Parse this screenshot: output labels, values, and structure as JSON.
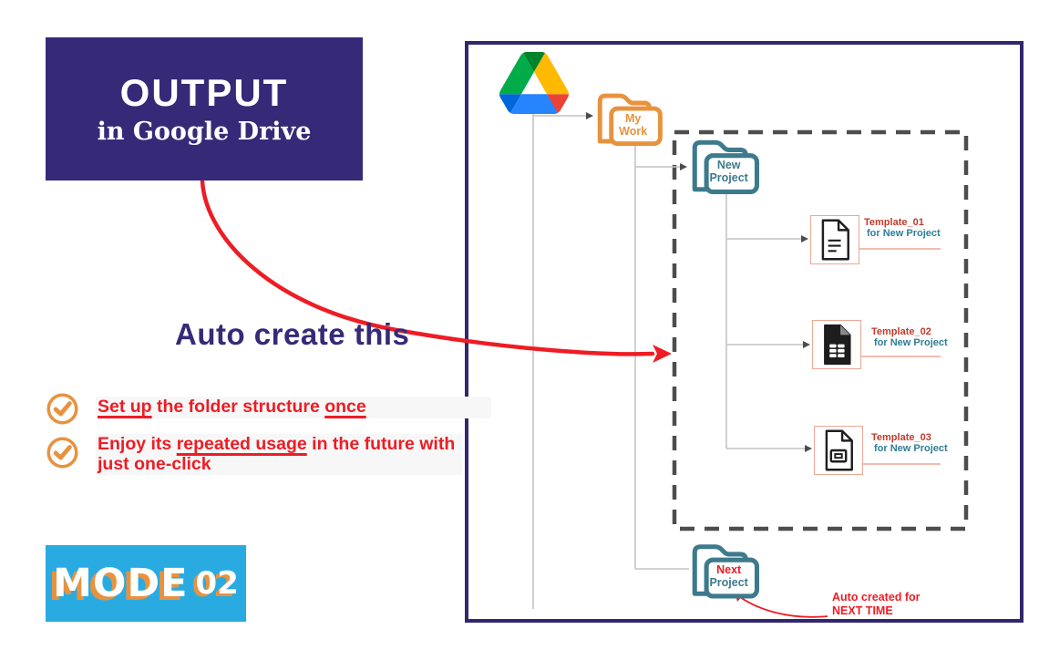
{
  "colors": {
    "purple": "#362a78",
    "panel_border": "#32266e",
    "red": "#ee1c24",
    "label_red": "#c23b2b",
    "teal": "#3d7a8c",
    "label_teal": "#2e7e96",
    "orange": "#e8923e",
    "salmon": "#eda795",
    "blue": "#29abe2",
    "line_gray": "#c4c4c4",
    "dash_gray": "#4d4d4d"
  },
  "output_box": {
    "title": "OUTPUT",
    "subtitle": "in Google Drive"
  },
  "heading": "Auto create this",
  "bullets": [
    {
      "seg1": "Set up",
      "seg2": " the folder structure ",
      "seg3": "once"
    },
    {
      "seg1": "Enjoy its ",
      "seg2": "repeated usage",
      "seg3": " in the future with just one-click"
    }
  ],
  "mode_badge": {
    "word": "MODE",
    "number": "02"
  },
  "drive_panel": {
    "folders": {
      "my_work": {
        "line1": "My",
        "line2": "Work"
      },
      "new_project": {
        "line1": "New",
        "line2": "Project"
      },
      "next_project": {
        "line1": "Next",
        "line2": "Project"
      }
    },
    "templates": [
      {
        "title": "Template_01",
        "subtitle": "for New Project"
      },
      {
        "title": "Template_02",
        "subtitle": "for New Project"
      },
      {
        "title": "Template_03",
        "subtitle": "for New Project"
      }
    ],
    "annotation": {
      "line1": "Auto created for",
      "line2": "NEXT TIME"
    }
  },
  "icons": {
    "drive": "google-drive-logo",
    "check": "check-circle-icon",
    "template_01": "document-file-icon",
    "template_02": "spreadsheet-file-icon",
    "template_03": "presentation-file-icon"
  }
}
